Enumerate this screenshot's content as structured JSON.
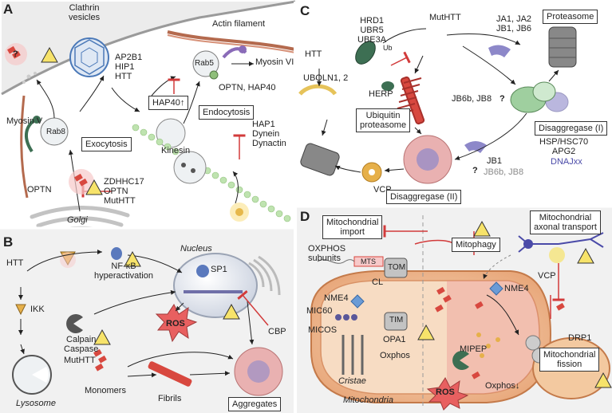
{
  "panels": {
    "A": {
      "label": "A",
      "clathrin_vesicles": "Clathrin\nvesicles",
      "ap2b1_group": "AP2B1\nHIP1\nHTT",
      "actin_filament": "Actin filament",
      "myosin_vi": "Myosin VI",
      "rab5": "Rab5",
      "optn_hap40": "OPTN, HAP40",
      "hap40_up": "HAP40↑",
      "endocytosis": "Endocytosis",
      "hap1_group": "HAP1\nDynein\nDynactin",
      "myosin_v": "Myosin V",
      "rab8": "Rab8",
      "exocytosis": "Exocytosis",
      "kinesin": "Kinesin",
      "optn": "OPTN",
      "zdhhc_group": "ZDHHC17\nOPTN\nMutHTT",
      "golgi": "Golgi",
      "question": "?"
    },
    "B": {
      "label": "B",
      "htt": "HTT",
      "nfkb": "NF-κB\nhyperactivation",
      "ikk": "IKK",
      "nucleus": "Nucleus",
      "sp1": "SP1",
      "calpain": "Calpain\nCaspase",
      "ros": "ROS",
      "cbp": "CBP",
      "muthtt": "MutHTT",
      "monomers": "Monomers",
      "fibrils": "Fibrils",
      "lysosome": "Lysosome",
      "aggregates": "Aggregates"
    },
    "C": {
      "label": "C",
      "hrd1_group": "HRD1\nUBR5\nUBE3A",
      "muthtt": "MutHTT",
      "ja_group": "JA1, JA2\nJB1, JB6",
      "proteasome": "Proteasome",
      "htt": "HTT",
      "ub": "Ub",
      "ubqln": "UBQLN1, 2",
      "herp": "HERP",
      "jb6b_jb8": "JB6b, JB8",
      "question": "?",
      "ubiq_proteasome": "Ubiquitin\nproteasome",
      "disaggregase_i": "Disaggregase (I)",
      "hsp_group": "HSP/HSC70\nAPG2",
      "dnajxx": "DNAJxx",
      "vcp": "VCP",
      "jb1": "JB1",
      "jb6b_jb8_grey": "JB6b, JB8",
      "disaggregase_ii": "Disaggregase (II)"
    },
    "D": {
      "label": "D",
      "mito_import": "Mitochondrial\nimport",
      "mito_axonal": "Mitochondrial\naxonal transport",
      "oxphos_subunits": "OXPHOS\nsubunits",
      "mts": "MTS",
      "mitophagy": "Mitophagy",
      "cl": "CL",
      "tom": "TOM",
      "vcp": "VCP",
      "nme4_left": "NME4",
      "nme4_right": "NME4",
      "mic60": "MIC60",
      "tim": "TIM",
      "opa1": "OPA1",
      "micos": "MICOS",
      "oxphos": "Oxphos",
      "mipep": "MIPEP",
      "drp1": "DRP1",
      "mito_fission": "Mitochondrial\nfission",
      "cristae": "Cristae",
      "ros": "ROS",
      "oxphos_down": "Oxphos↓",
      "mitochondria": "Mitochondria"
    }
  },
  "colors": {
    "htt_red": "#d8483f",
    "panel_bg": "#f1f1f1",
    "mito_orange": "#f3c9a0",
    "rab_green": "#3d6f53",
    "jprotein_purple": "#8d88c9",
    "hsp_green": "#9fcf9f",
    "warning_yellow": "#f7e36a",
    "nfkb_blue": "#5a79bd"
  }
}
